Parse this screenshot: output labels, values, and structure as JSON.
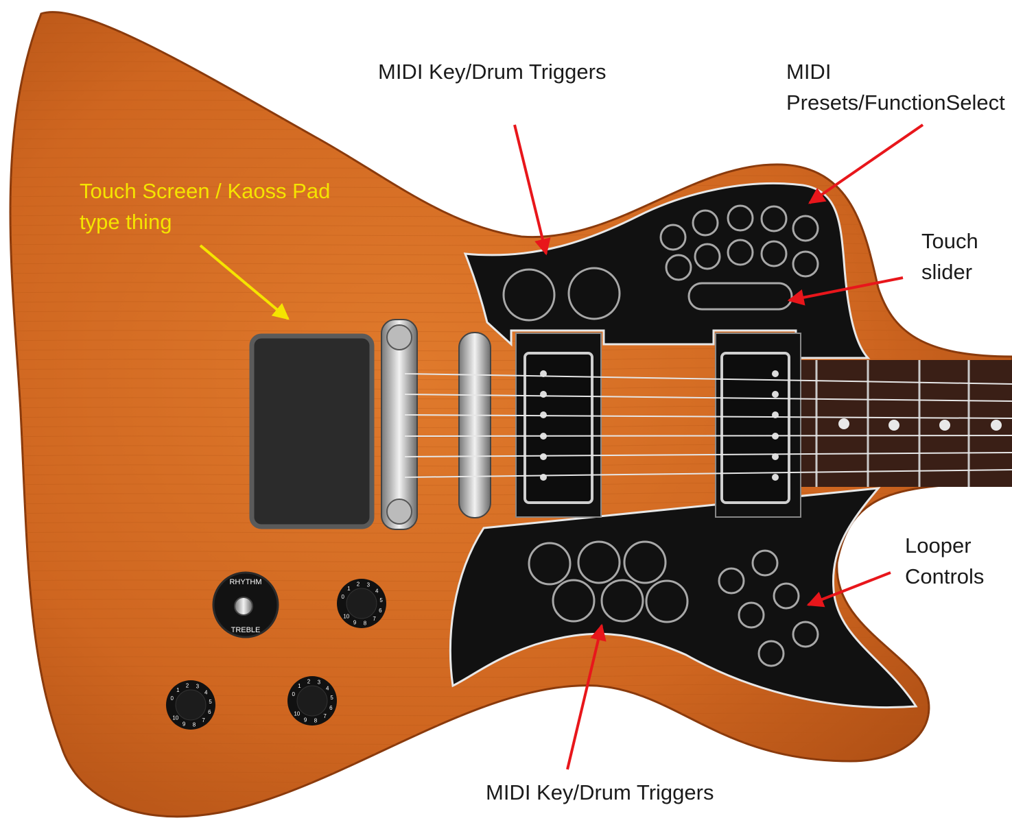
{
  "labels": {
    "top_triggers": "MIDI Key/Drum Triggers",
    "presets_line1": "MIDI",
    "presets_line2": "Presets/FunctionSelect",
    "touch_screen_line1": "Touch Screen / Kaoss Pad",
    "touch_screen_line2": "type thing",
    "slider_line1": "Touch",
    "slider_line2": "slider",
    "looper_line1": "Looper",
    "looper_line2": "Controls",
    "bottom_triggers": "MIDI Key/Drum Triggers"
  },
  "selector_switch": {
    "top": "RHYTHM",
    "bottom": "TREBLE"
  },
  "knob_numbers": [
    "0",
    "1",
    "2",
    "3",
    "4",
    "5",
    "6",
    "7",
    "8",
    "9",
    "10"
  ],
  "colors": {
    "body_wood": "#d2691e",
    "body_dark": "#a84a12",
    "pickguard": "#111111",
    "arrow_red": "#e8161b",
    "arrow_yellow": "#f5e400",
    "touch_pad": "#2b2b2b"
  }
}
